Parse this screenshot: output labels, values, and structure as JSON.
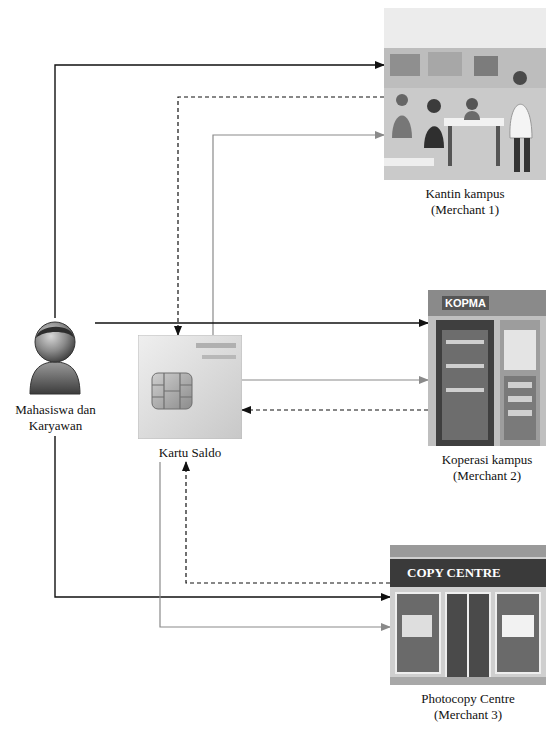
{
  "diagram": {
    "nodes": [
      {
        "text": [
          "Mahasiswa dan Karyawan"
        ]
      },
      {
        "text": [
          "Kartu Saldo"
        ]
      },
      {
        "text": [
          "Kantin kampus (Merchant 1)"
        ]
      },
      {
        "text": [
          "Koperasi kampus (Merchant 2)"
        ]
      },
      {
        "text": [
          "Photocopy Centre (Merchant 3)"
        ]
      }
    ],
    "edges": [
      {
        "from": 0,
        "to": 2,
        "arrow": "to"
      },
      {
        "from": 2,
        "to": 1,
        "arrow": "to"
      },
      {
        "from": 1,
        "to": 2,
        "arrow": "to"
      },
      {
        "from": 0,
        "to": 3,
        "arrow": "to"
      },
      {
        "from": 1,
        "to": 3,
        "arrow": "to"
      },
      {
        "from": 3,
        "to": 1,
        "arrow": "to"
      },
      {
        "from": 0,
        "to": 4,
        "arrow": "to"
      },
      {
        "from": 4,
        "to": 1,
        "arrow": "to"
      },
      {
        "from": 1,
        "to": 4,
        "arrow": "to"
      }
    ],
    "labels": [
      "KOPMA",
      "COPY CENTRE"
    ]
  }
}
